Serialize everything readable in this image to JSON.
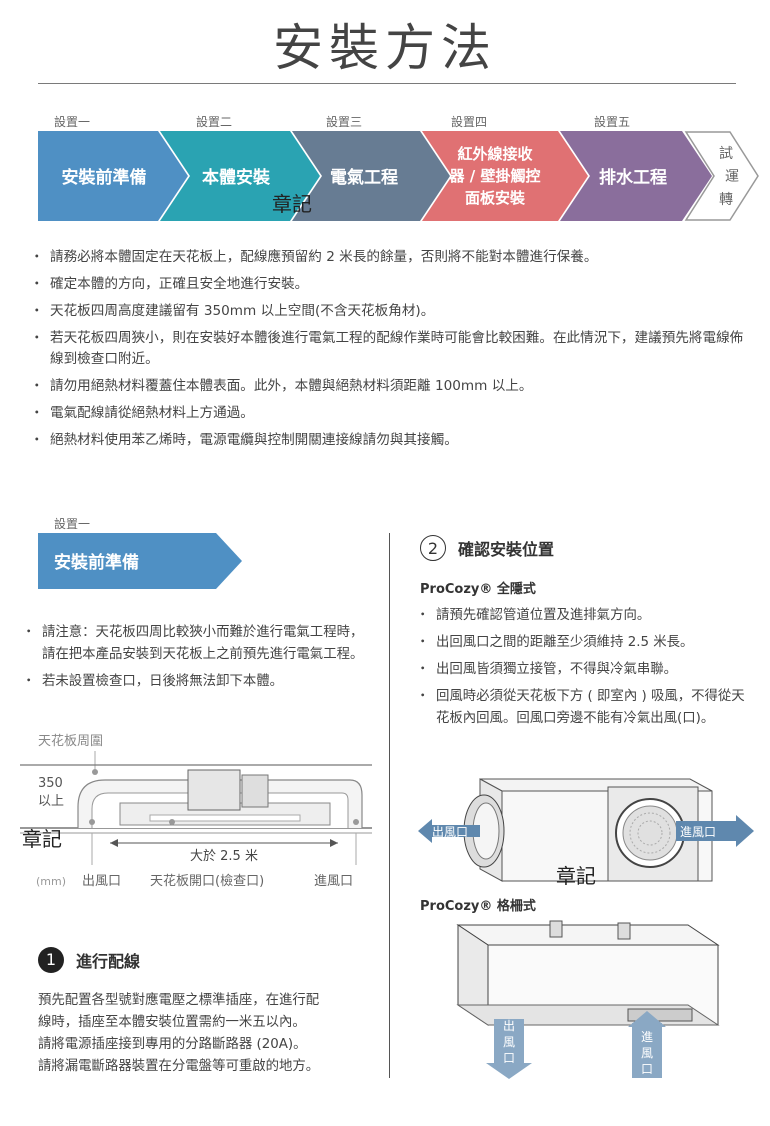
{
  "title": "安裝方法",
  "steps": [
    {
      "label": "設置一",
      "text": "安裝前準備",
      "color": "#4f90c4"
    },
    {
      "label": "設置二",
      "text": "本體安裝",
      "color": "#2aa3b2"
    },
    {
      "label": "設置三",
      "text": "電氣工程",
      "color": "#677c93"
    },
    {
      "label": "設置四",
      "text": [
        "紅外線接收",
        "器 / 壁掛觸控",
        "面板安裝"
      ],
      "color": "#e07173"
    },
    {
      "label": "設置五",
      "text": "排水工程",
      "color": "#8a6e9c"
    },
    {
      "label": "",
      "text": [
        "試",
        "運",
        "轉"
      ],
      "color": "#ffffff"
    }
  ],
  "stamp": "章記",
  "notes": [
    "請務必將本體固定在天花板上，配線應預留約 2 米長的餘量，否則將不能對本體進行保養。",
    "確定本體的方向，正確且安全地進行安裝。",
    "天花板四周高度建議留有 350mm 以上空間(不含天花板角材)。",
    "若天花板四周狹小，則在安裝好本體後進行電氣工程的配線作業時可能會比較困難。在此情況下，建議預先將電線佈線到檢查口附近。",
    "請勿用絕熱材料覆蓋住本體表面。此外，本體與絕熱材料須距離 100mm 以上。",
    "電氣配線請從絕熱材料上方通過。",
    "絕熱材料使用苯乙烯時，電源電纜與控制開關連接線請勿與其接觸。"
  ],
  "section1": {
    "label": "設置一",
    "banner": "安裝前準備",
    "notes": [
      "請注意：天花板四周比較狹小而難於進行電氣工程時，請在把本產品安裝到天花板上之前預先進行電氣工程。",
      "若未設置檢查口，日後將無法卸下本體。"
    ],
    "diagram": {
      "ceiling_label": "天花板周圍",
      "height": [
        "350",
        "以上"
      ],
      "width": "大於 2.5 米",
      "unit": "(mm)",
      "outlet": "出風口",
      "opening": "天花板開口(檢查口)",
      "inlet": "進風口"
    }
  },
  "wiring": {
    "num": "1",
    "title": "進行配線",
    "body": [
      "預先配置各型號對應電壓之標準插座，在進行配",
      "線時，插座至本體安裝位置需約一米五以內。",
      "請將電源插座接到專用的分路斷路器 (20A)。",
      "請將漏電斷路器裝置在分電盤等可重啟的地方。"
    ]
  },
  "confirm": {
    "num": "2",
    "title": "確認安裝位置",
    "model1": "ProCozy® 全隱式",
    "notes": [
      "請預先確認管道位置及進排氣方向。",
      "出回風口之間的距離至少須維持 2.5 米長。",
      "出回風皆須獨立接管，不得與冷氣串聯。",
      "回風時必須從天花板下方 ( 即室內 ) 吸風，不得從天花板內回風。回風口旁邊不能有冷氣出風(口)。"
    ],
    "out_label": "出風口",
    "in_label": "進風口",
    "model2": "ProCozy® 格柵式",
    "out_v": [
      "出",
      "風",
      "口"
    ],
    "in_v": [
      "進",
      "風",
      "口"
    ]
  },
  "colors": {
    "blue": "#4f90c4",
    "teal": "#2aa3b2",
    "slate": "#677c93",
    "pink": "#e07173",
    "purple": "#8a6e9c",
    "text": "#444444"
  }
}
